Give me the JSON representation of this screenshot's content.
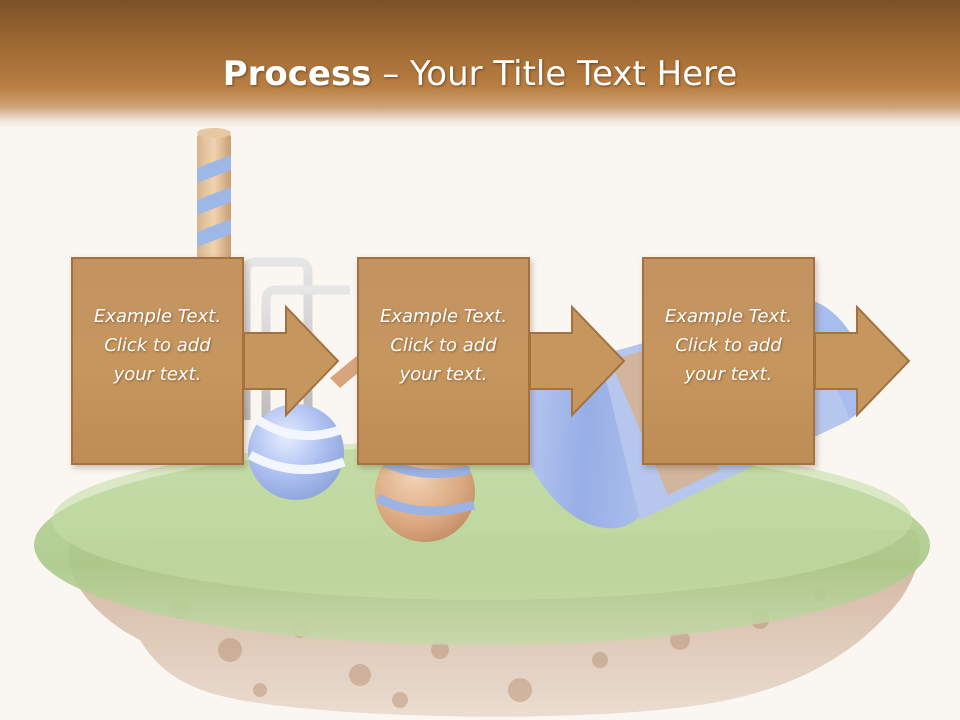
{
  "slide": {
    "title_bold": "Process",
    "title_rest": " – Your Title Text Here"
  },
  "steps": [
    {
      "lines": [
        "Example Text.",
        "Click  to add",
        "your text."
      ]
    },
    {
      "lines": [
        "Example Text.",
        "Click  to add",
        "your text."
      ]
    },
    {
      "lines": [
        "Example Text.",
        "Click  to add",
        "your text."
      ]
    }
  ],
  "colors": {
    "header_dark": "#7a5228",
    "header_mid": "#b97e42",
    "box_fill": "#c6965f",
    "box_border": "#a4713f",
    "background": "#faf7f3"
  }
}
